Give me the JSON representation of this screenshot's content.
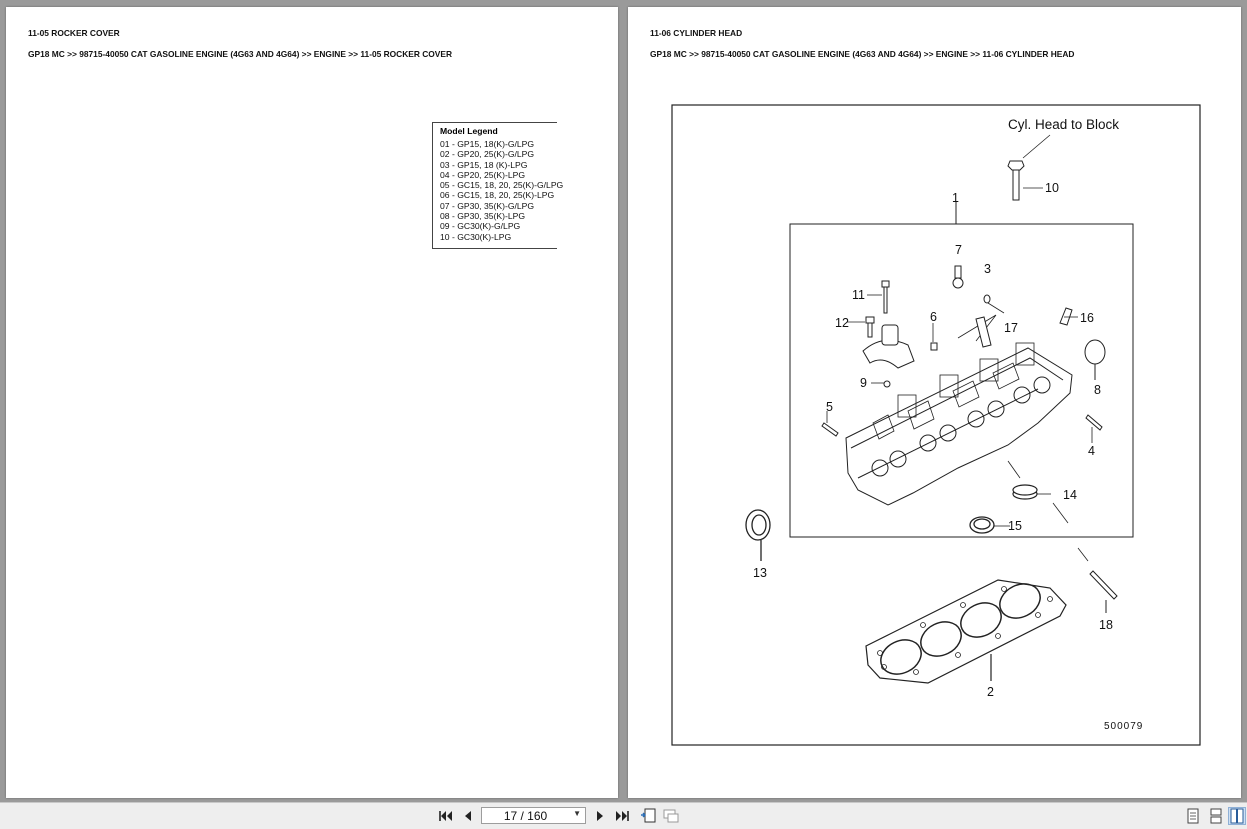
{
  "left_page": {
    "title": "11-05 ROCKER COVER",
    "breadcrumb": "GP18 MC >> 98715-40050 CAT GASOLINE ENGINE (4G63 AND 4G64) >> ENGINE >> 11-05 ROCKER COVER",
    "legend": {
      "title": "Model Legend",
      "items": [
        "01 - GP15, 18(K)-G/LPG",
        "02 - GP20, 25(K)-G/LPG",
        "03 - GP15, 18 (K)-LPG",
        "04 - GP20, 25(K)-LPG",
        "05 - GC15, 18, 20, 25(K)-G/LPG",
        "06 - GC15, 18, 20, 25(K)-LPG",
        "07 - GP30, 35(K)-G/LPG",
        "08 - GP30, 35(K)-LPG",
        "09 - GC30(K)-G/LPG",
        "10 - GC30(K)-LPG"
      ]
    }
  },
  "right_page": {
    "title": "11-06 CYLINDER HEAD",
    "breadcrumb": "GP18 MC >> 98715-40050 CAT GASOLINE ENGINE (4G63 AND 4G64) >> ENGINE >> 11-06 CYLINDER HEAD",
    "diagram": {
      "annotation": "Cyl. Head to Block",
      "drawing_number": "500079",
      "callouts": [
        "1",
        "2",
        "3",
        "4",
        "5",
        "6",
        "7",
        "8",
        "9",
        "10",
        "11",
        "12",
        "13",
        "14",
        "15",
        "16",
        "17",
        "18"
      ]
    }
  },
  "toolbar": {
    "page_display": "17 / 160",
    "icons": [
      "first-page-icon",
      "prev-page-icon",
      "next-page-icon",
      "last-page-icon",
      "fit-page-icon",
      "fit-width-icon",
      "single-page-icon",
      "continuous-page-icon",
      "two-page-icon"
    ]
  }
}
